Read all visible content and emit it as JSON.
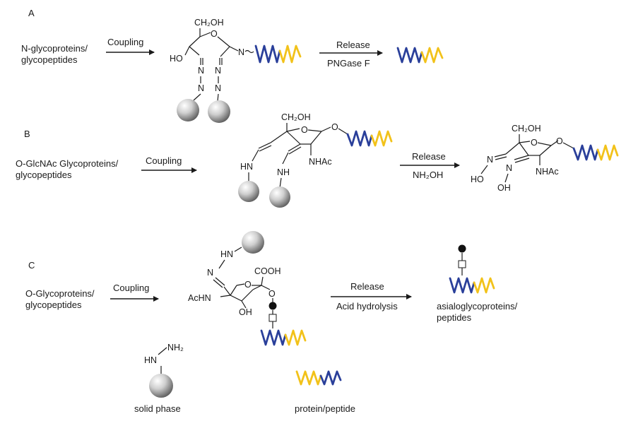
{
  "sections": {
    "a": {
      "label": "A",
      "substrate_line1": "N-glycoproteins/",
      "substrate_line2": "glycopeptides",
      "step1": "Coupling",
      "ch2oh": "CH₂OH",
      "ho": "HO",
      "o": "O",
      "n1": "N",
      "n2": "N",
      "n3": "N",
      "n4": "N",
      "n5": "N",
      "release": "Release",
      "release_reagent": "PNGase F"
    },
    "b": {
      "label": "B",
      "substrate_line1": "O-GlcNAc Glycoproteins/",
      "substrate_line2": "glycopeptides",
      "step1": "Coupling",
      "ch2oh": "CH₂OH",
      "o_ring": "O",
      "o_link": "O",
      "nhac": "NHAc",
      "hn": "HN",
      "nh": "NH",
      "release": "Release",
      "release_reagent": "NH₂OH",
      "p_ch2oh": "CH₂OH",
      "p_o_ring": "O",
      "p_o_link": "O",
      "p_n1": "N",
      "p_n2": "N",
      "p_ho": "HO",
      "p_oh": "OH",
      "p_nhac": "NHAc"
    },
    "c": {
      "label": "C",
      "substrate_line1": "O-Glycoproteins/",
      "substrate_line2": "glycopeptides",
      "step1": "Coupling",
      "hn": "HN",
      "n": "N",
      "cooh": "COOH",
      "o_ring": "O",
      "o_link": "O",
      "achn": "AcHN",
      "oh": "OH",
      "release": "Release",
      "release_reagent": "Acid hydrolysis",
      "product_line1": "asialoglycoproteins/",
      "product_line2": "peptides"
    },
    "legend": {
      "nh2": "NH₂",
      "hn": "HN",
      "solid_phase": "solid phase",
      "protein": "protein/peptide"
    }
  },
  "colors": {
    "chain_blue": "#2a3f9a",
    "chain_yellow": "#f2c21a",
    "bead_light": "#ffffff",
    "bead_dark": "#6b6b6b",
    "sugar_dot": "#111111"
  }
}
